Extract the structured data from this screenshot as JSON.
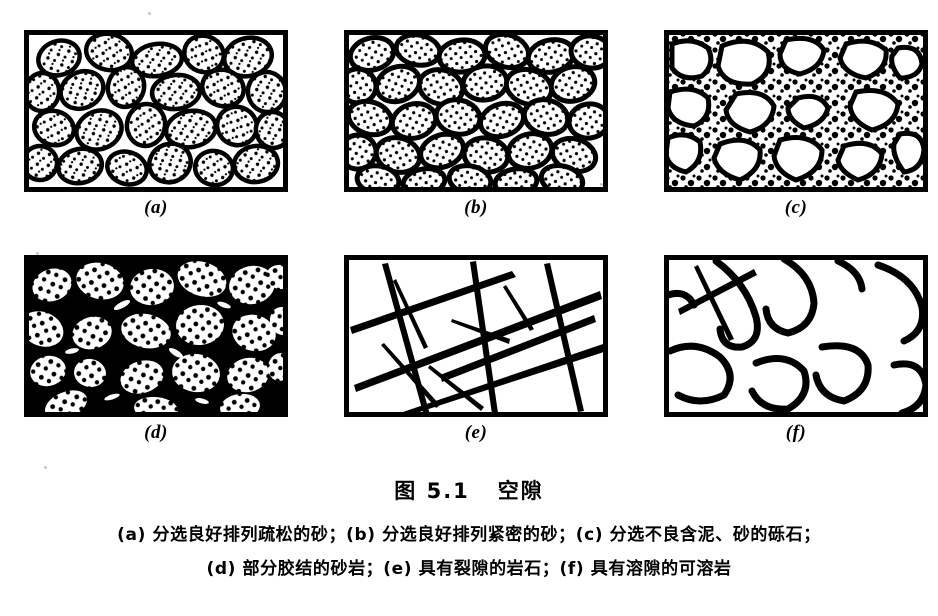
{
  "figure": {
    "title": "图 5.1   空隙",
    "caption_lines": [
      "(a) 分选良好排列疏松的砂；(b) 分选良好排列紧密的砂；(c) 分选不良含泥、砂的砾石；",
      "(d) 部分胶结的砂岩；(e) 具有裂隙的岩石；(f) 具有溶隙的可溶岩"
    ]
  },
  "panels": [
    {
      "id": "a",
      "label": "(a)",
      "description": "分选良好排列疏松的砂",
      "kind": "loose-sorted-sand",
      "grain_fill": "#ffffff",
      "outline_color": "#000000",
      "matrix_color": "#ffffff"
    },
    {
      "id": "b",
      "label": "(b)",
      "description": "分选良好排列紧密的砂",
      "kind": "dense-sorted-sand",
      "grain_fill": "#ffffff",
      "outline_color": "#000000",
      "matrix_color": "#ffffff"
    },
    {
      "id": "c",
      "label": "(c)",
      "description": "分选不良含泥、砂的砾石",
      "kind": "poorly-sorted-gravel",
      "grain_fill": "#ffffff",
      "outline_color": "#000000",
      "matrix_color": "#ffffff"
    },
    {
      "id": "d",
      "label": "(d)",
      "description": "部分胶结的砂岩",
      "kind": "cemented-sandstone",
      "grain_fill": "#ffffff",
      "outline_color": "#000000",
      "matrix_color": "#000000"
    },
    {
      "id": "e",
      "label": "(e)",
      "description": "具有裂隙的岩石",
      "kind": "fractured-rock",
      "grain_fill": "#ffffff",
      "outline_color": "#000000",
      "matrix_color": "#ffffff"
    },
    {
      "id": "f",
      "label": "(f)",
      "description": "具有溶隙的可溶岩",
      "kind": "karst-soluble-rock",
      "grain_fill": "#ffffff",
      "outline_color": "#000000",
      "matrix_color": "#ffffff"
    }
  ],
  "colors": {
    "ink": "#000000",
    "paper": "#ffffff"
  }
}
